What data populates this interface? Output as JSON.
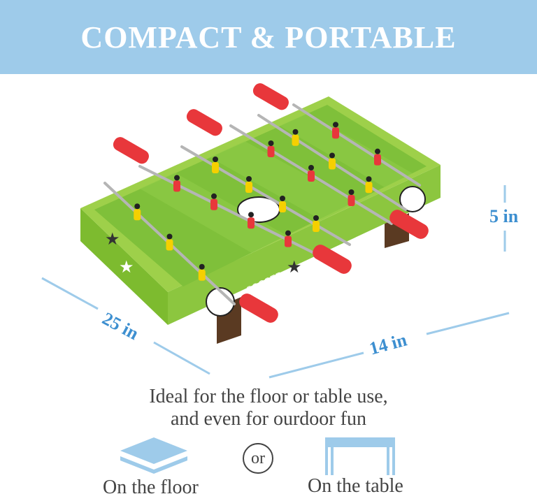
{
  "header": {
    "title": "COMPACT & PORTABLE"
  },
  "dimensions": {
    "length": "25 in",
    "width": "14 in",
    "height": "5 in"
  },
  "caption": {
    "line1": "Ideal for the floor or table use,",
    "line2": "and even for ourdoor fun"
  },
  "options": {
    "floor_label": "On the floor",
    "or_label": "or",
    "table_label": "On the table"
  },
  "product": {
    "side_text": "SOCCER"
  },
  "colors": {
    "accent": "#9ecbea",
    "dimension_text": "#3d8fd0",
    "field": "#8cc63f",
    "handle": "#e8373b"
  }
}
